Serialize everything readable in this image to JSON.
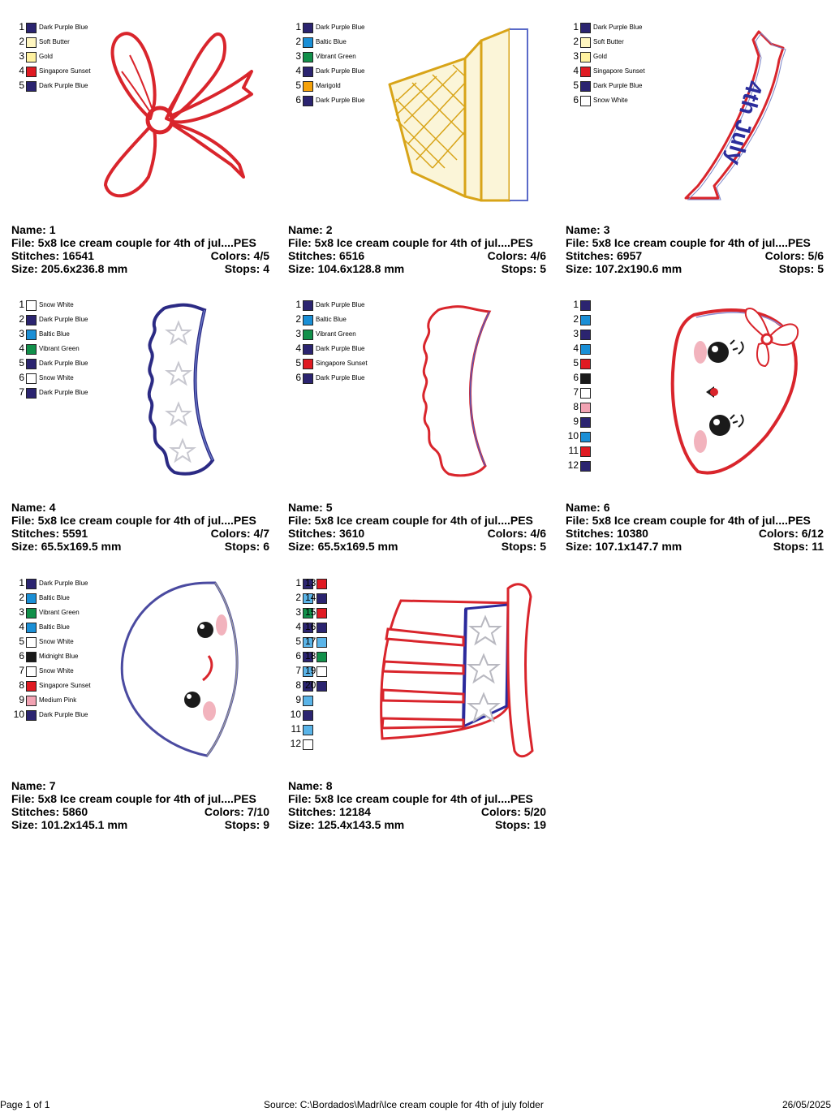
{
  "designs": [
    {
      "name": "1",
      "file": "5x8 Ice cream couple for 4th of jul....PES",
      "stitches": "16541",
      "colors": "4/5",
      "size": "205.6x236.8 mm",
      "stops": "4",
      "threads": [
        {
          "n": "1",
          "name": "Dark Purple Blue",
          "color": "#2b2470"
        },
        {
          "n": "2",
          "name": "Soft Butter",
          "color": "#fff6c0"
        },
        {
          "n": "3",
          "name": "Gold",
          "color": "#fff2a0"
        },
        {
          "n": "4",
          "name": "Singapore Sunset",
          "color": "#e01a22"
        },
        {
          "n": "5",
          "name": "Dark Purple Blue",
          "color": "#2b2470"
        }
      ]
    },
    {
      "name": "2",
      "file": "5x8 Ice cream couple for 4th of jul....PES",
      "stitches": "6516",
      "colors": "4/6",
      "size": "104.6x128.8 mm",
      "stops": "5",
      "threads": [
        {
          "n": "1",
          "name": "Dark Purple Blue",
          "color": "#2b2470"
        },
        {
          "n": "2",
          "name": "Baltic Blue",
          "color": "#1a8fd6"
        },
        {
          "n": "3",
          "name": "Vibrant Green",
          "color": "#11904a"
        },
        {
          "n": "4",
          "name": "Dark Purple Blue",
          "color": "#2b2470"
        },
        {
          "n": "5",
          "name": "Marigold",
          "color": "#f5a20a"
        },
        {
          "n": "6",
          "name": "Dark Purple Blue",
          "color": "#2b2470"
        }
      ]
    },
    {
      "name": "3",
      "file": "5x8 Ice cream couple for 4th of jul....PES",
      "stitches": "6957",
      "colors": "5/6",
      "size": "107.2x190.6 mm",
      "stops": "5",
      "threads": [
        {
          "n": "1",
          "name": "Dark Purple Blue",
          "color": "#2b2470"
        },
        {
          "n": "2",
          "name": "Soft Butter",
          "color": "#fff6c0"
        },
        {
          "n": "3",
          "name": "Gold",
          "color": "#fff2a0"
        },
        {
          "n": "4",
          "name": "Singapore Sunset",
          "color": "#e01a22"
        },
        {
          "n": "5",
          "name": "Dark Purple Blue",
          "color": "#2b2470"
        },
        {
          "n": "6",
          "name": "Snow White",
          "color": "#ffffff"
        }
      ]
    },
    {
      "name": "4",
      "file": "5x8 Ice cream couple for 4th of jul....PES",
      "stitches": "5591",
      "colors": "4/7",
      "size": "65.5x169.5 mm",
      "stops": "6",
      "threads": [
        {
          "n": "1",
          "name": "Snow White",
          "color": "#ffffff"
        },
        {
          "n": "2",
          "name": "Dark Purple Blue",
          "color": "#2b2470"
        },
        {
          "n": "3",
          "name": "Baltic Blue",
          "color": "#1a8fd6"
        },
        {
          "n": "4",
          "name": "Vibrant Green",
          "color": "#11904a"
        },
        {
          "n": "5",
          "name": "Dark Purple Blue",
          "color": "#2b2470"
        },
        {
          "n": "6",
          "name": "Snow White",
          "color": "#ffffff"
        },
        {
          "n": "7",
          "name": "Dark Purple Blue",
          "color": "#2b2470"
        }
      ]
    },
    {
      "name": "5",
      "file": "5x8 Ice cream couple for 4th of jul....PES",
      "stitches": "3610",
      "colors": "4/6",
      "size": "65.5x169.5 mm",
      "stops": "5",
      "threads": [
        {
          "n": "1",
          "name": "Dark Purple Blue",
          "color": "#2b2470"
        },
        {
          "n": "2",
          "name": "Baltic Blue",
          "color": "#1a8fd6"
        },
        {
          "n": "3",
          "name": "Vibrant Green",
          "color": "#11904a"
        },
        {
          "n": "4",
          "name": "Dark Purple Blue",
          "color": "#2b2470"
        },
        {
          "n": "5",
          "name": "Singapore Sunset",
          "color": "#e01a22"
        },
        {
          "n": "6",
          "name": "Dark Purple Blue",
          "color": "#2b2470"
        }
      ]
    },
    {
      "name": "6",
      "file": "5x8 Ice cream couple for 4th of jul....PES",
      "stitches": "10380",
      "colors": "6/12",
      "size": "107.1x147.7 mm",
      "stops": "11",
      "threads": [
        {
          "n": "1",
          "name": "",
          "color": "#2b2470"
        },
        {
          "n": "2",
          "name": "",
          "color": "#1a8fd6"
        },
        {
          "n": "3",
          "name": "",
          "color": "#2b2470"
        },
        {
          "n": "4",
          "name": "",
          "color": "#1a8fd6"
        },
        {
          "n": "5",
          "name": "",
          "color": "#e01a22"
        },
        {
          "n": "6",
          "name": "",
          "color": "#1a1a1a"
        },
        {
          "n": "7",
          "name": "",
          "color": "#ffffff"
        },
        {
          "n": "8",
          "name": "",
          "color": "#f2a3b3"
        },
        {
          "n": "9",
          "name": "",
          "color": "#2b2470"
        },
        {
          "n": "10",
          "name": "",
          "color": "#1a8fd6"
        },
        {
          "n": "11",
          "name": "",
          "color": "#e01a22"
        },
        {
          "n": "12",
          "name": "",
          "color": "#2b2470"
        }
      ]
    },
    {
      "name": "7",
      "file": "5x8 Ice cream couple for 4th of jul....PES",
      "stitches": "5860",
      "colors": "7/10",
      "size": "101.2x145.1 mm",
      "stops": "9",
      "threads": [
        {
          "n": "1",
          "name": "Dark Purple Blue",
          "color": "#2b2470"
        },
        {
          "n": "2",
          "name": "Baltic Blue",
          "color": "#1a8fd6"
        },
        {
          "n": "3",
          "name": "Vibrant Green",
          "color": "#11904a"
        },
        {
          "n": "4",
          "name": "Baltic Blue",
          "color": "#1a8fd6"
        },
        {
          "n": "5",
          "name": "Snow White",
          "color": "#ffffff"
        },
        {
          "n": "6",
          "name": "Midnight Blue",
          "color": "#1a1a1a"
        },
        {
          "n": "7",
          "name": "Snow White",
          "color": "#ffffff"
        },
        {
          "n": "8",
          "name": "Singapore Sunset",
          "color": "#e01a22"
        },
        {
          "n": "9",
          "name": "Medium Pink",
          "color": "#f2a3b3"
        },
        {
          "n": "10",
          "name": "Dark Purple Blue",
          "color": "#2b2470"
        }
      ]
    },
    {
      "name": "8",
      "file": "5x8 Ice cream couple for 4th of jul....PES",
      "stitches": "12184",
      "colors": "5/20",
      "size": "125.4x143.5 mm",
      "stops": "19",
      "threads": [
        {
          "n": "1",
          "name": "",
          "color": "#2b2470"
        },
        {
          "n": "2",
          "name": "",
          "color": "#5ab4e8"
        },
        {
          "n": "3",
          "name": "",
          "color": "#11904a"
        },
        {
          "n": "4",
          "name": "",
          "color": "#2b2470"
        },
        {
          "n": "5",
          "name": "",
          "color": "#5ab4e8"
        },
        {
          "n": "6",
          "name": "",
          "color": "#2b2470"
        },
        {
          "n": "7",
          "name": "",
          "color": "#5ab4e8"
        },
        {
          "n": "8",
          "name": "",
          "color": "#2b2470"
        },
        {
          "n": "9",
          "name": "",
          "color": "#5ab4e8"
        },
        {
          "n": "10",
          "name": "",
          "color": "#2b2470"
        },
        {
          "n": "11",
          "name": "",
          "color": "#5ab4e8"
        },
        {
          "n": "12",
          "name": "",
          "color": "#ffffff"
        }
      ],
      "threads2": [
        {
          "n": "13",
          "name": "",
          "color": "#e01a22"
        },
        {
          "n": "14",
          "name": "",
          "color": "#2b2470"
        },
        {
          "n": "15",
          "name": "",
          "color": "#e01a22"
        },
        {
          "n": "16",
          "name": "",
          "color": "#2b2470"
        },
        {
          "n": "17",
          "name": "",
          "color": "#5ab4e8"
        },
        {
          "n": "18",
          "name": "",
          "color": "#11904a"
        },
        {
          "n": "19",
          "name": "",
          "color": "#ffffff"
        },
        {
          "n": "20",
          "name": "",
          "color": "#2b2470"
        }
      ]
    }
  ],
  "labels": {
    "name": "Name: ",
    "file": "File: ",
    "stitches": "Stitches: ",
    "colors": "Colors: ",
    "size": "Size: ",
    "stops": "Stops: "
  },
  "banner_text": "4th July",
  "footer": {
    "page": "Page 1 of 1",
    "source": "Source: C:\\Bordados\\Madri\\Ice cream couple for 4th of july folder",
    "date": "26/05/2025"
  }
}
